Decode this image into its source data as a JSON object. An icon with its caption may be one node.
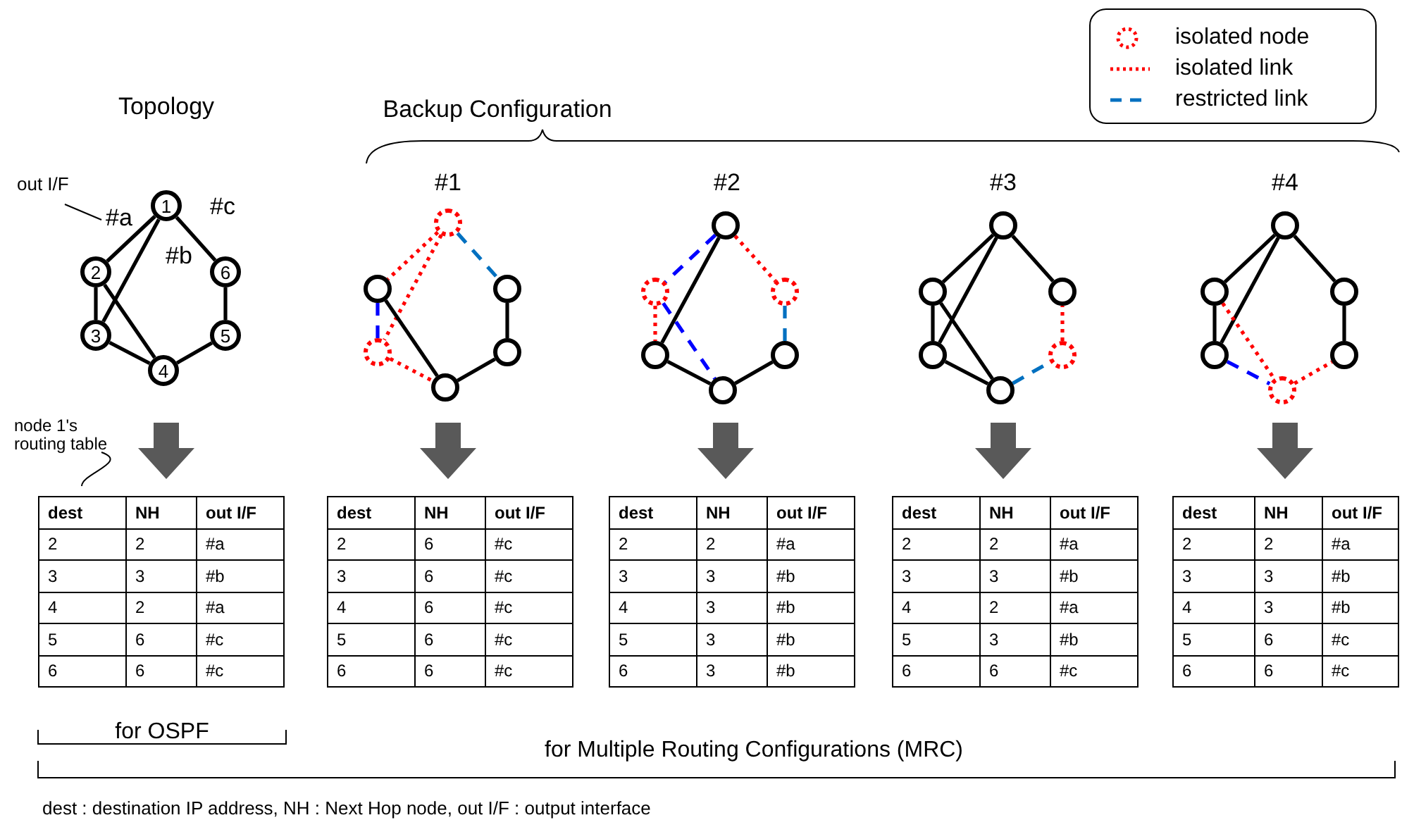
{
  "diagram": {
    "nodes": [
      {
        "text": [
          "1"
        ]
      },
      {
        "text": [
          "2"
        ]
      },
      {
        "text": [
          "3"
        ]
      },
      {
        "text": [
          "4"
        ]
      },
      {
        "text": [
          "5"
        ]
      },
      {
        "text": [
          "6"
        ]
      },
      {
        "text": [],
        "shape": "circle"
      },
      {
        "text": [],
        "shape": "circle"
      },
      {
        "text": [],
        "shape": "circle"
      },
      {
        "text": [],
        "shape": "circle"
      },
      {
        "text": [],
        "shape": "circle"
      },
      {
        "text": [],
        "shape": "circle"
      },
      {
        "text": [],
        "shape": "circle"
      },
      {
        "text": [],
        "shape": "circle"
      },
      {
        "text": [],
        "shape": "circle"
      },
      {
        "text": [],
        "shape": "circle"
      },
      {
        "text": [],
        "shape": "circle"
      },
      {
        "text": [],
        "shape": "circle"
      },
      {
        "text": [],
        "shape": "circle"
      },
      {
        "text": [],
        "shape": "circle"
      },
      {
        "text": [],
        "shape": "circle"
      },
      {
        "text": [],
        "shape": "circle"
      },
      {
        "text": [],
        "shape": "circle"
      },
      {
        "text": [],
        "shape": "circle"
      },
      {
        "text": [],
        "shape": "circle"
      },
      {
        "text": [],
        "shape": "circle"
      },
      {
        "text": [],
        "shape": "circle"
      },
      {
        "text": [],
        "shape": "circle"
      },
      {
        "text": [],
        "shape": "circle"
      },
      {
        "text": [],
        "shape": "circle"
      },
      {
        "text": [
          "out I/F"
        ]
      },
      {
        "text": [
          "node 1's routing table"
        ]
      },
      {
        "text": [
          "#a"
        ]
      }
    ],
    "edges": [
      {
        "from": 0,
        "to": 1,
        "arrow": "none"
      },
      {
        "from": 0,
        "to": 2,
        "arrow": "none"
      },
      {
        "from": 0,
        "to": 5,
        "arrow": "none"
      },
      {
        "from": 1,
        "to": 2,
        "arrow": "none"
      },
      {
        "from": 1,
        "to": 3,
        "arrow": "none"
      },
      {
        "from": 2,
        "to": 3,
        "arrow": "none"
      },
      {
        "from": 3,
        "to": 4,
        "arrow": "none"
      },
      {
        "from": 4,
        "to": 5,
        "arrow": "none"
      },
      {
        "from": 6,
        "to": 7,
        "arrow": "none",
        "style": "dashed",
        "color": "#ff0000"
      },
      {
        "from": 6,
        "to": 8,
        "arrow": "none",
        "style": "dashed",
        "color": "#ff0000"
      },
      {
        "from": 6,
        "to": 11,
        "arrow": "none",
        "style": "dashed",
        "color": "#0070c0"
      },
      {
        "from": 7,
        "to": 8,
        "arrow": "none",
        "style": "dashed",
        "color": "#0000ff"
      },
      {
        "from": 7,
        "to": 9,
        "arrow": "none"
      },
      {
        "from": 8,
        "to": 9,
        "arrow": "none",
        "style": "dashed",
        "color": "#ff0000"
      },
      {
        "from": 9,
        "to": 10,
        "arrow": "none"
      },
      {
        "from": 10,
        "to": 11,
        "arrow": "none"
      },
      {
        "from": 12,
        "to": 13,
        "arrow": "none",
        "style": "dashed",
        "color": "#0000ff"
      },
      {
        "from": 12,
        "to": 14,
        "arrow": "none"
      },
      {
        "from": 12,
        "to": 17,
        "arrow": "none",
        "style": "dashed",
        "color": "#ff0000"
      },
      {
        "from": 13,
        "to": 14,
        "arrow": "none",
        "style": "dashed",
        "color": "#ff0000"
      },
      {
        "from": 13,
        "to": 15,
        "arrow": "none",
        "style": "dashed",
        "color": "#0000ff"
      },
      {
        "from": 14,
        "to": 15,
        "arrow": "none"
      },
      {
        "from": 15,
        "to": 16,
        "arrow": "none"
      },
      {
        "from": 16,
        "to": 17,
        "arrow": "none",
        "style": "dashed",
        "color": "#0070c0"
      },
      {
        "from": 18,
        "to": 19,
        "arrow": "none"
      },
      {
        "from": 18,
        "to": 20,
        "arrow": "none"
      },
      {
        "from": 18,
        "to": 23,
        "arrow": "none"
      },
      {
        "from": 19,
        "to": 20,
        "arrow": "none"
      },
      {
        "from": 19,
        "to": 21,
        "arrow": "none"
      },
      {
        "from": 20,
        "to": 21,
        "arrow": "none"
      },
      {
        "from": 21,
        "to": 22,
        "arrow": "none",
        "style": "dashed",
        "color": "#0070c0"
      },
      {
        "from": 22,
        "to": 23,
        "arrow": "none",
        "style": "dashed",
        "color": "#ff0000"
      },
      {
        "from": 24,
        "to": 25,
        "arrow": "none"
      },
      {
        "from": 24,
        "to": 26,
        "arrow": "none"
      },
      {
        "from": 24,
        "to": 29,
        "arrow": "none"
      },
      {
        "from": 25,
        "to": 26,
        "arrow": "none"
      },
      {
        "from": 25,
        "to": 27,
        "arrow": "none",
        "style": "dashed",
        "color": "#ff0000"
      },
      {
        "from": 26,
        "to": 27,
        "arrow": "none",
        "style": "dashed",
        "color": "#0000ff"
      },
      {
        "from": 27,
        "to": 28,
        "arrow": "none",
        "style": "dashed",
        "color": "#ff0000"
      },
      {
        "from": 28,
        "to": 29,
        "arrow": "none"
      },
      {
        "from": 30,
        "to": 32,
        "arrow": "none"
      },
      {
        "from": 31,
        "to": null,
        "arrow": "none"
      }
    ],
    "labels": [
      "Topology",
      "Backup Configuration",
      "#1",
      "#2",
      "#3",
      "#4",
      "#c",
      "#b",
      "dest",
      "NH",
      "out I/F",
      "2",
      "2",
      "#a",
      "3",
      "3",
      "#b",
      "4",
      "2",
      "#a",
      "5",
      "6",
      "#c",
      "6",
      "6",
      "#c",
      "dest",
      "NH",
      "out I/F",
      "2",
      "6",
      "#c",
      "3",
      "6",
      "#c",
      "4",
      "6",
      "#c",
      "5",
      "6",
      "#c",
      "6",
      "6",
      "#c",
      "dest",
      "NH",
      "out I/F",
      "2",
      "2",
      "#a",
      "3",
      "3",
      "#b",
      "4",
      "3",
      "#b",
      "5",
      "3",
      "#b",
      "6",
      "3",
      "#b",
      "dest",
      "NH",
      "out I/F",
      "2",
      "2",
      "#a",
      "3",
      "3",
      "#b",
      "4",
      "2",
      "#a",
      "5",
      "3",
      "#b",
      "6",
      "6",
      "#c",
      "dest",
      "NH",
      "out I/F",
      "2",
      "2",
      "#a",
      "3",
      "3",
      "#b",
      "4",
      "3",
      "#b",
      "5",
      "6",
      "#c",
      "6",
      "6",
      "#c",
      "for OSPF",
      "for Multiple Routing Configurations (MRC)",
      "dest : destination IP address, NH : Next Hop node, out I/F : output interface"
    ],
    "legend": [
      {
        "text": "isolated node"
      },
      {
        "text": "isolated link"
      },
      {
        "text": "restricted link"
      }
    ]
  }
}
